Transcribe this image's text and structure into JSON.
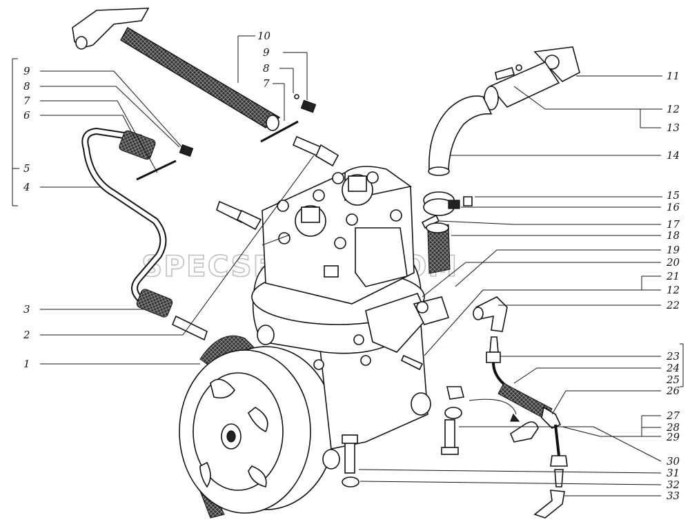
{
  "watermark": "SPECSERVER.COM",
  "left_labels": {
    "l9": "9",
    "l8": "8",
    "l7": "7",
    "l6": "6",
    "l5": "5",
    "l4": "4",
    "l3": "3",
    "l2": "2",
    "l1": "1"
  },
  "top_labels": {
    "t10": "10",
    "t9": "9",
    "t8": "8",
    "t7": "7"
  },
  "right_labels": {
    "r11": "11",
    "r12a": "12",
    "r13": "13",
    "r14": "14",
    "r15": "15",
    "r16": "16",
    "r17": "17",
    "r18": "18",
    "r19": "19",
    "r20": "20",
    "r21": "21",
    "r12b": "12",
    "r22": "22",
    "r23": "23",
    "r24": "24",
    "r25": "25",
    "r26": "26",
    "r27": "27",
    "r28": "28",
    "r29": "29",
    "r30": "30",
    "r31": "31",
    "r32": "32",
    "r33": "33"
  }
}
